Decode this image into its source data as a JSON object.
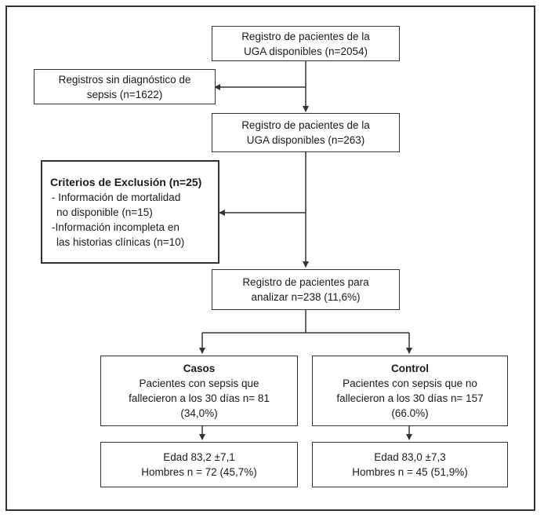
{
  "boxes": {
    "registro_2054": {
      "lines": [
        "Registro de pacientes de la",
        "UGA disponibles (n=2054)"
      ]
    },
    "sin_diagnostico": {
      "lines": [
        "Registros sin diagnóstico de",
        "sepsis (n=1622)"
      ]
    },
    "registro_263": {
      "lines": [
        "Registro de pacientes de la",
        "UGA disponibles (n=263)"
      ]
    },
    "exclusion": {
      "title": "Criterios de Exclusión (n=25)",
      "lines": [
        "- Información de mortalidad",
        "no disponible (n=15)",
        "-Información incompleta en",
        "las historias clínicas  (n=10)"
      ]
    },
    "analizar": {
      "lines": [
        "Registro de pacientes para",
        "analizar n=238 (11,6%)"
      ]
    },
    "casos": {
      "title": "Casos",
      "lines": [
        "Pacientes con sepsis que",
        "fallecieron a los 30 días n= 81",
        "(34,0%)"
      ]
    },
    "control": {
      "title": "Control",
      "lines": [
        "Pacientes con sepsis que no",
        "fallecieron a los 30 días n= 157",
        "(66.0%)"
      ]
    },
    "casos_stats": {
      "lines": [
        "Edad 83,2 ±7,1",
        "Hombres n = 72 (45,7%)"
      ]
    },
    "control_stats": {
      "lines": [
        "Edad 83,0 ±7,3",
        "Hombres n = 45 (51,9%)"
      ]
    }
  },
  "colors": {
    "stroke": "#333333",
    "text": "#1a1a1a"
  }
}
